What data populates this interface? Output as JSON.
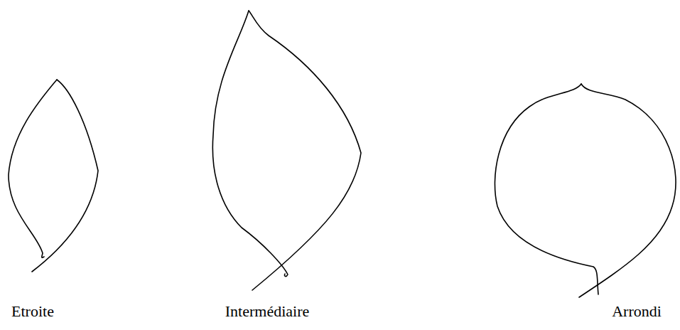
{
  "diagram": {
    "labels": [
      "Etroite",
      "Intermédiaire",
      "Arrondi"
    ]
  }
}
